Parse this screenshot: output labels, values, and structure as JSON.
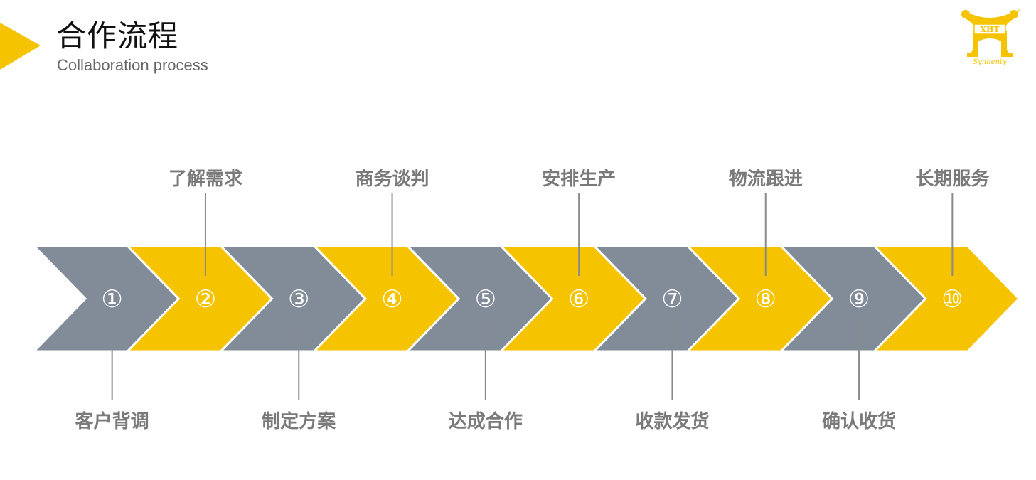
{
  "header": {
    "title": "合作流程",
    "subtitle": "Collaboration process"
  },
  "logo": {
    "text": "XHT",
    "script": "Synhenty",
    "mark": "®"
  },
  "colors": {
    "gray": "#828c99",
    "yellow": "#f5c300",
    "line": "#8a8a8a",
    "label": "#7a7a7a"
  },
  "steps": [
    {
      "number": "①",
      "label": "客户背调",
      "color": "gray",
      "label_side": "bottom"
    },
    {
      "number": "②",
      "label": "了解需求",
      "color": "yellow",
      "label_side": "top"
    },
    {
      "number": "③",
      "label": "制定方案",
      "color": "gray",
      "label_side": "bottom"
    },
    {
      "number": "④",
      "label": "商务谈判",
      "color": "yellow",
      "label_side": "top"
    },
    {
      "number": "⑤",
      "label": "达成合作",
      "color": "gray",
      "label_side": "bottom"
    },
    {
      "number": "⑥",
      "label": "安排生产",
      "color": "yellow",
      "label_side": "top"
    },
    {
      "number": "⑦",
      "label": "收款发货",
      "color": "gray",
      "label_side": "bottom"
    },
    {
      "number": "⑧",
      "label": "物流跟进",
      "color": "yellow",
      "label_side": "top"
    },
    {
      "number": "⑨",
      "label": "确认收货",
      "color": "gray",
      "label_side": "bottom"
    },
    {
      "number": "⑩",
      "label": "长期服务",
      "color": "yellow",
      "label_side": "top"
    }
  ]
}
